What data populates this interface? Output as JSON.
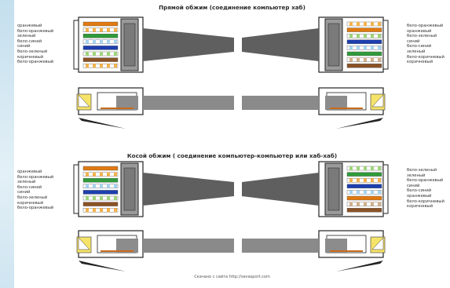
{
  "top": {
    "title": "Прямой обжим (соединение компьютер хаб)",
    "left_labels": [
      "оранжевый",
      "бело-оранжевый",
      "зеленый",
      "бело-синий",
      "синий",
      "бело-зеленый",
      "коричневый",
      "бело-оранжевый"
    ],
    "right_labels": [
      "бело-оранжевый",
      "оранжевый",
      "бело-зеленый",
      "синий",
      "бело-синий",
      "зеленый",
      "бело-коричневый",
      "коричневый"
    ],
    "left_wires": [
      "#e07a10",
      "#f4b24c",
      "#2f9a3a",
      "#a6d3ef",
      "#1d3fae",
      "#9fd47a",
      "#8a5226",
      "#f4b24c"
    ],
    "right_wires": [
      "#f4b24c",
      "#e07a10",
      "#9fd47a",
      "#1d3fae",
      "#a6d3ef",
      "#2f9a3a",
      "#d1b08c",
      "#8a5226"
    ]
  },
  "bottom": {
    "title": "Косой обжим ( соединение компьютер-компьютер или хаб-хаб)",
    "left_labels": [
      "оранжевый",
      "бело-оранжевый",
      "зеленый",
      "бело-синий",
      "синий",
      "бело-зеленый",
      "коричневый",
      "бело-оранжевый"
    ],
    "right_labels": [
      "бело-зеленый",
      "зеленый",
      "бело-оранжевый",
      "синий",
      "бело-синий",
      "оранжевый",
      "бело-коричневый",
      "коричневый"
    ],
    "left_wires": [
      "#e07a10",
      "#f4b24c",
      "#2f9a3a",
      "#a6d3ef",
      "#1d3fae",
      "#9fd47a",
      "#8a5226",
      "#f4b24c"
    ],
    "right_wires": [
      "#9fd47a",
      "#2f9a3a",
      "#f4b24c",
      "#1d3fae",
      "#a6d3ef",
      "#e07a10",
      "#d1b08c",
      "#8a5226"
    ]
  },
  "caption": "Скачано с сайта http://sevasport.com"
}
